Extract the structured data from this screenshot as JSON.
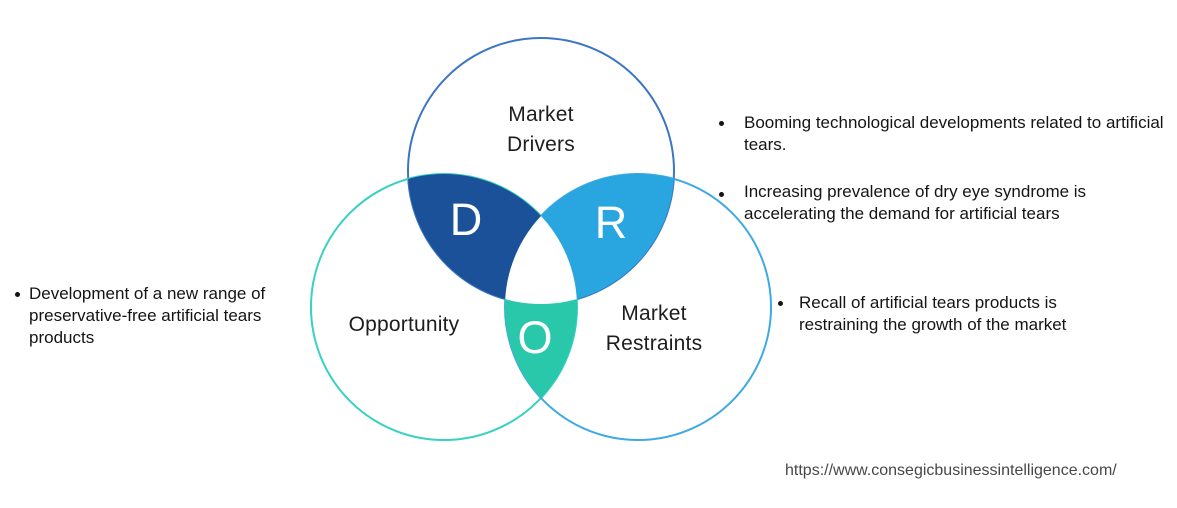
{
  "diagram": {
    "drivers": {
      "label": "Market Drivers",
      "letter": "D",
      "outline_color": "#3c76c2",
      "overlap_color": "#1b5198"
    },
    "opportunity": {
      "label": "Opportunity",
      "letter": "O",
      "outline_color": "#38d1c2",
      "overlap_color": "#29c8aa"
    },
    "restraints": {
      "label": "Market Restraints",
      "letter": "R",
      "outline_color": "#3fa9e4",
      "overlap_color": "#29a5e0"
    },
    "center_color": "#ffffff"
  },
  "bullets": {
    "opportunity": [
      "Development of a new range of preservative-free artificial tears products"
    ],
    "drivers": [
      "Booming technological developments related to artificial tears.",
      "Increasing prevalence of dry eye syndrome is accelerating the demand for artificial tears"
    ],
    "restraints": [
      "Recall of artificial tears products is restraining the growth of the market"
    ]
  },
  "footer": {
    "source_url": "https://www.consegicbusinessintelligence.com/"
  }
}
